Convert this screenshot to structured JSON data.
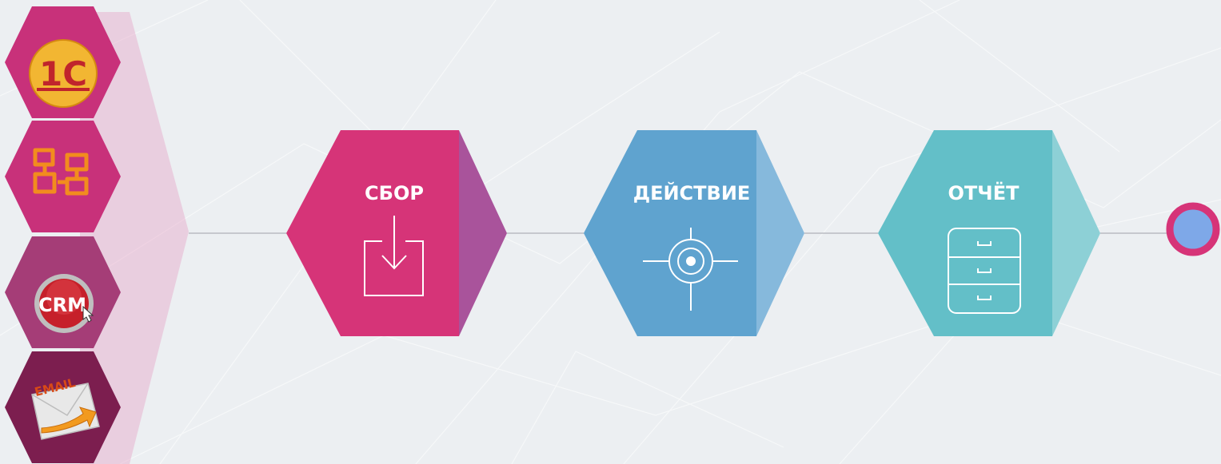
{
  "sources": [
    {
      "id": "1c",
      "icon": "1c-logo-icon",
      "text": "1С",
      "color": "#c8317a"
    },
    {
      "id": "office",
      "icon": "office-logo-icon",
      "color": "#c8317a"
    },
    {
      "id": "crm",
      "icon": "crm-button-icon",
      "text": "CRM",
      "color": "#a53d77"
    },
    {
      "id": "email",
      "icon": "email-envelope-icon",
      "text": "EMAIL",
      "color": "#7c1e4f"
    }
  ],
  "stages": [
    {
      "label": "СБОР",
      "icon": "download-icon",
      "color": "#d63478",
      "side_color": "#a9539b"
    },
    {
      "label": "ДЕЙСТВИЕ",
      "icon": "target-icon",
      "color": "#5fa3cf",
      "side_color": "#86b9dc"
    },
    {
      "label": "ОТЧЁТ",
      "icon": "file-cabinet-icon",
      "color": "#63bfc8",
      "side_color": "#8dd0d6"
    }
  ],
  "end_node": {
    "icon": "end-circle-icon",
    "ring_color": "#d63478",
    "fill_color": "#7ea8e8"
  },
  "connector_color": "#b9bcc2"
}
